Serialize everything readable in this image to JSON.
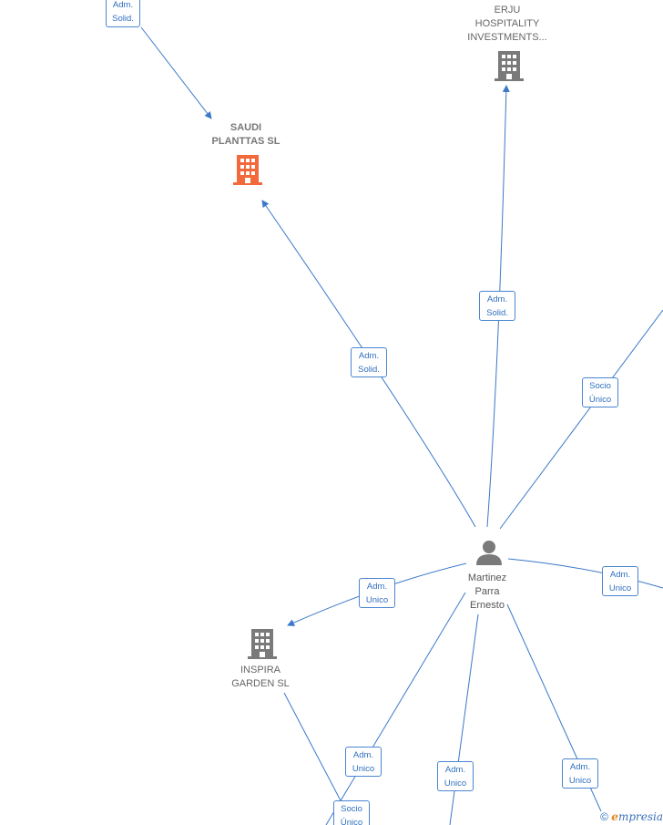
{
  "nodes": {
    "saudi": {
      "line1": "SAUDI",
      "line2": "PLANTTAS  SL"
    },
    "erju": {
      "line1": "ERJU",
      "line2": "HOSPITALITY",
      "line3": "INVESTMENTS..."
    },
    "inspira": {
      "line1": "INSPIRA",
      "line2": "GARDEN SL"
    },
    "person": {
      "line1": "Martinez",
      "line2": "Parra",
      "line3": "Ernesto"
    }
  },
  "relations": {
    "top_left": {
      "line1": "Adm.",
      "line2": "Solid."
    },
    "saudi": {
      "line1": "Adm.",
      "line2": "Solid."
    },
    "erju": {
      "line1": "Adm.",
      "line2": "Solid."
    },
    "socio_right": {
      "line1": "Socio",
      "line2": "Único"
    },
    "right": {
      "line1": "Adm.",
      "line2": "Unico"
    },
    "inspira": {
      "line1": "Adm.",
      "line2": "Unico"
    },
    "bottom_left": {
      "line1": "Adm.",
      "line2": "Unico"
    },
    "bottom_mid": {
      "line1": "Adm.",
      "line2": "Unico"
    },
    "bottom_right": {
      "line1": "Adm.",
      "line2": "Unico"
    },
    "socio_bottom": {
      "line1": "Socio",
      "line2": "Único"
    }
  },
  "footer": {
    "copyright": "©",
    "brand_e": "e",
    "brand_rest": "mpresia"
  },
  "colors": {
    "edge": "#3a78c9",
    "main_company": "#f26a3c",
    "company": "#7a7a7a",
    "person": "#7a7a7a"
  }
}
